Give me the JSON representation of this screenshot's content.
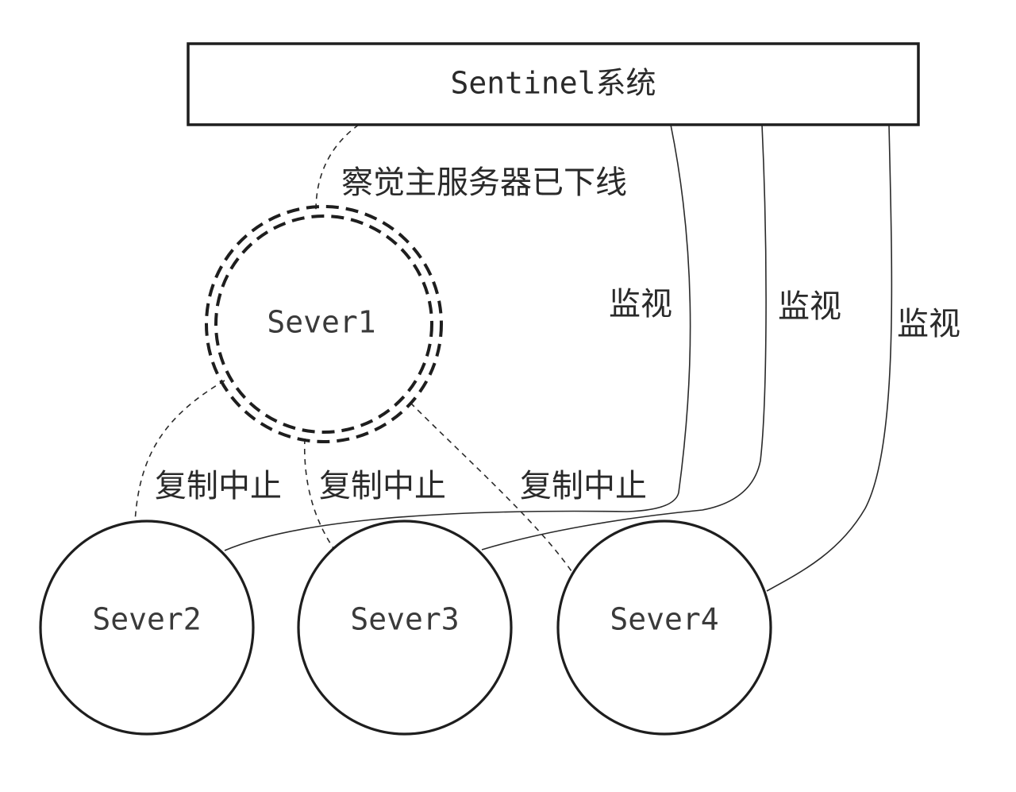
{
  "sentinel": {
    "label": "Sentinel系统"
  },
  "servers": {
    "master": {
      "label": "Sever1",
      "state": "offline"
    },
    "slave2": {
      "label": "Sever2"
    },
    "slave3": {
      "label": "Sever3"
    },
    "slave4": {
      "label": "Sever4"
    }
  },
  "edges": {
    "detect_offline": "察觉主服务器已下线",
    "monitor_1": "监视",
    "monitor_2": "监视",
    "monitor_3": "监视",
    "replication_stopped_1": "复制中止",
    "replication_stopped_2": "复制中止",
    "replication_stopped_3": "复制中止"
  }
}
